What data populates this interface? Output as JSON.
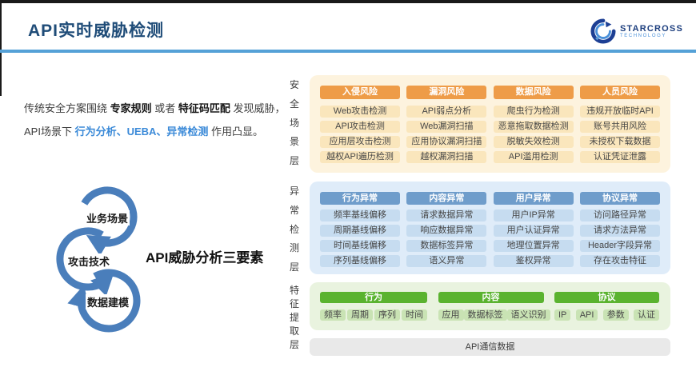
{
  "header": {
    "title": "API实时威胁检测",
    "logo": {
      "name": "STARCROSS",
      "sub": "TECHNOLOGY"
    }
  },
  "intro": {
    "lines": [
      [
        {
          "t": "传统安全方案围绕 "
        },
        {
          "t": "专家规则",
          "style": "bold"
        },
        {
          "t": " 或者 "
        },
        {
          "t": "特征码匹配",
          "style": "bold"
        },
        {
          "t": " 发现威胁，"
        }
      ],
      [
        {
          "t": "API场景下 "
        },
        {
          "t": "行为分析、UEBA、异常检测",
          "style": "blue-bold"
        },
        {
          "t": " 作用凸显。"
        }
      ]
    ]
  },
  "cycle": {
    "items": [
      "业务场景",
      "攻击技术",
      "数据建模"
    ],
    "caption": "API威胁分析三要素"
  },
  "layers": [
    {
      "label": "安全场景层",
      "theme": "orange",
      "columns": [
        {
          "header": "入侵风险",
          "items": [
            "Web攻击检测",
            "API攻击检测",
            "应用层攻击检测",
            "越权API遍历检测"
          ]
        },
        {
          "header": "漏洞风险",
          "items": [
            "API弱点分析",
            "Web漏洞扫描",
            "应用协议漏洞扫描",
            "越权漏洞扫描"
          ]
        },
        {
          "header": "数据风险",
          "items": [
            "爬虫行为检测",
            "恶意拖取数据检测",
            "脱敏失效检测",
            "API滥用检测"
          ]
        },
        {
          "header": "人员风险",
          "items": [
            "违规开放临时API",
            "账号共用风险",
            "未授权下载数据",
            "认证凭证泄露"
          ]
        }
      ]
    },
    {
      "label": "异常检测层",
      "theme": "blue",
      "columns": [
        {
          "header": "行为异常",
          "items": [
            "频率基线偏移",
            "周期基线偏移",
            "时间基线偏移",
            "序列基线偏移"
          ]
        },
        {
          "header": "内容异常",
          "items": [
            "请求数据异常",
            "响应数据异常",
            "数据标签异常",
            "语义异常"
          ]
        },
        {
          "header": "用户异常",
          "items": [
            "用户IP异常",
            "用户认证异常",
            "地理位置异常",
            "鉴权异常"
          ]
        },
        {
          "header": "协议异常",
          "items": [
            "访问路径异常",
            "请求方法异常",
            "Header字段异常",
            "存在攻击特征"
          ]
        }
      ]
    },
    {
      "label": "特征提取层",
      "theme": "green",
      "groups": [
        {
          "header": "行为",
          "items": [
            "频率",
            "周期",
            "序列",
            "时间"
          ]
        },
        {
          "header": "内容",
          "items": [
            "应用",
            "数据标签",
            "语义识别"
          ]
        },
        {
          "header": "协议",
          "items": [
            "IP",
            "API",
            "参数",
            "认证"
          ]
        }
      ]
    }
  ],
  "data_source": "API通信数据",
  "colors": {
    "title": "#1f4c78",
    "header_rule": "#55a1d7",
    "accent_blue_text": "#3b8ad8",
    "cycle_blue": "#4a7ebb",
    "orange_header": "#ee9c48",
    "orange_item": "#fae6bc",
    "orange_panel": "#fdf3de",
    "blue_header": "#6f9dcb",
    "blue_item": "#c6dcf0",
    "blue_panel": "#dfecf9",
    "green_header": "#5ab32f",
    "green_item": "#c9e3b4",
    "green_panel": "#e9f3df",
    "gray_bar": "#e9e9e9",
    "logo_navy": "#1c3e7e"
  }
}
